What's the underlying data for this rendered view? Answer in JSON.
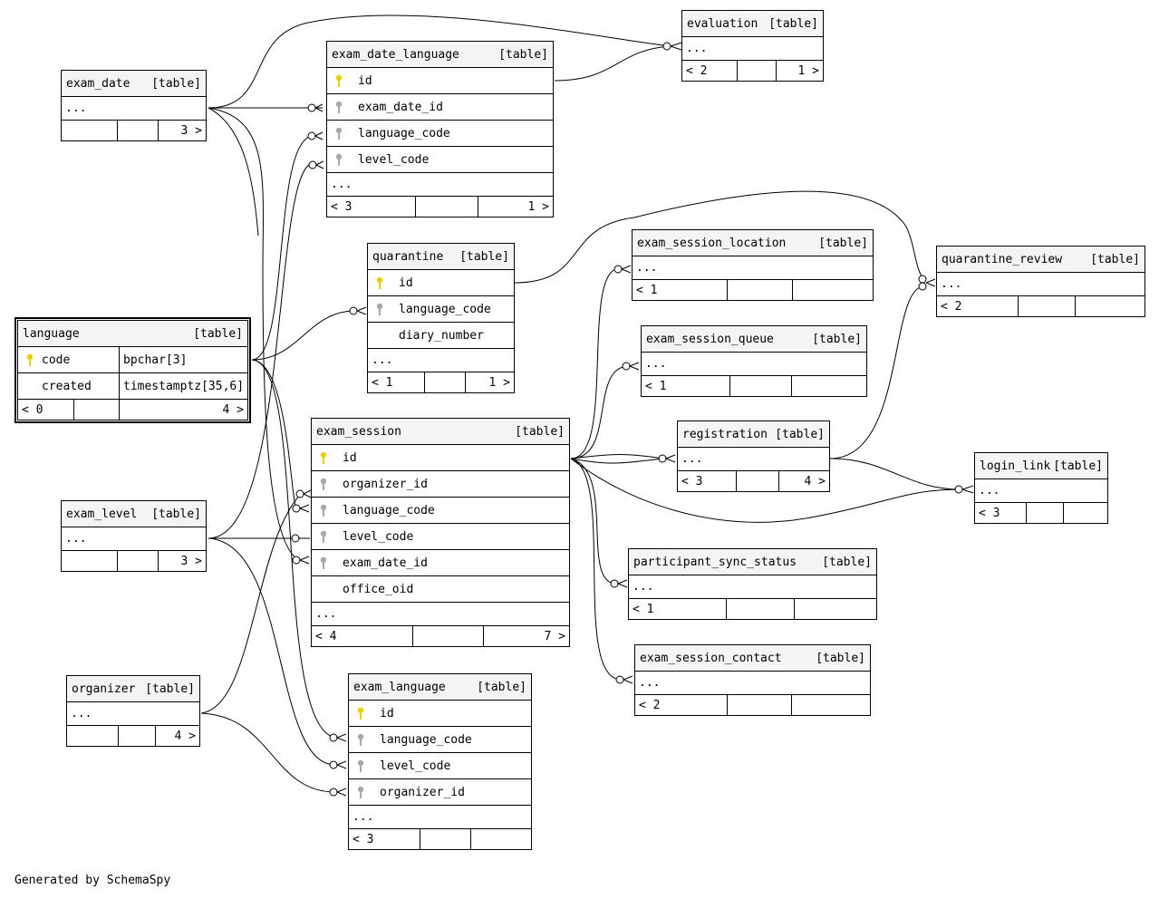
{
  "tables": {
    "exam_date": {
      "name": "exam_date",
      "kind": "[table]",
      "columns": [],
      "ellipsis": "...",
      "footer": {
        "left": "",
        "mid": "",
        "right": "3 >"
      }
    },
    "exam_date_language": {
      "name": "exam_date_language",
      "kind": "[table]",
      "columns": [
        {
          "name": "id",
          "key": "pk"
        },
        {
          "name": "exam_date_id",
          "key": "fk"
        },
        {
          "name": "language_code",
          "key": "fk"
        },
        {
          "name": "level_code",
          "key": "fk"
        }
      ],
      "ellipsis": "...",
      "footer": {
        "left": "< 3",
        "mid": "",
        "right": "1 >"
      }
    },
    "evaluation": {
      "name": "evaluation",
      "kind": "[table]",
      "columns": [],
      "ellipsis": "...",
      "footer": {
        "left": "< 2",
        "mid": "",
        "right": "1 >"
      }
    },
    "quarantine": {
      "name": "quarantine",
      "kind": "[table]",
      "columns": [
        {
          "name": "id",
          "key": "pk"
        },
        {
          "name": "language_code",
          "key": "fk"
        },
        {
          "name": "diary_number",
          "key": ""
        }
      ],
      "ellipsis": "...",
      "footer": {
        "left": "< 1",
        "mid": "",
        "right": "1 >"
      }
    },
    "exam_session_location": {
      "name": "exam_session_location",
      "kind": "[table]",
      "columns": [],
      "ellipsis": "...",
      "footer": {
        "left": "< 1",
        "mid": "",
        "right": ""
      }
    },
    "quarantine_review": {
      "name": "quarantine_review",
      "kind": "[table]",
      "columns": [],
      "ellipsis": "...",
      "footer": {
        "left": "< 2",
        "mid": "",
        "right": ""
      }
    },
    "exam_session_queue": {
      "name": "exam_session_queue",
      "kind": "[table]",
      "columns": [],
      "ellipsis": "...",
      "footer": {
        "left": "< 1",
        "mid": "",
        "right": ""
      }
    },
    "registration": {
      "name": "registration",
      "kind": "[table]",
      "columns": [],
      "ellipsis": "...",
      "footer": {
        "left": "< 3",
        "mid": "",
        "right": "4 >"
      }
    },
    "login_link": {
      "name": "login_link",
      "kind": "[table]",
      "columns": [],
      "ellipsis": "...",
      "footer": {
        "left": "< 3",
        "mid": "",
        "right": ""
      }
    },
    "exam_session": {
      "name": "exam_session",
      "kind": "[table]",
      "columns": [
        {
          "name": "id",
          "key": "pk"
        },
        {
          "name": "organizer_id",
          "key": "fk"
        },
        {
          "name": "language_code",
          "key": "fk"
        },
        {
          "name": "level_code",
          "key": "fk"
        },
        {
          "name": "exam_date_id",
          "key": "fk"
        },
        {
          "name": "office_oid",
          "key": ""
        }
      ],
      "ellipsis": "...",
      "footer": {
        "left": "< 4",
        "mid": "",
        "right": "7 >"
      }
    },
    "participant_sync_status": {
      "name": "participant_sync_status",
      "kind": "[table]",
      "columns": [],
      "ellipsis": "...",
      "footer": {
        "left": "< 1",
        "mid": "",
        "right": ""
      }
    },
    "exam_session_contact": {
      "name": "exam_session_contact",
      "kind": "[table]",
      "columns": [],
      "ellipsis": "...",
      "footer": {
        "left": "< 2",
        "mid": "",
        "right": ""
      }
    },
    "exam_level": {
      "name": "exam_level",
      "kind": "[table]",
      "columns": [],
      "ellipsis": "...",
      "footer": {
        "left": "",
        "mid": "",
        "right": "3 >"
      }
    },
    "organizer": {
      "name": "organizer",
      "kind": "[table]",
      "columns": [],
      "ellipsis": "...",
      "footer": {
        "left": "",
        "mid": "",
        "right": "4 >"
      }
    },
    "exam_language": {
      "name": "exam_language",
      "kind": "[table]",
      "columns": [
        {
          "name": "id",
          "key": "pk"
        },
        {
          "name": "language_code",
          "key": "fk"
        },
        {
          "name": "level_code",
          "key": "fk"
        },
        {
          "name": "organizer_id",
          "key": "fk"
        }
      ],
      "ellipsis": "...",
      "footer": {
        "left": "< 3",
        "mid": "",
        "right": ""
      }
    }
  },
  "language": {
    "name": "language",
    "kind": "[table]",
    "columns": [
      {
        "name": "code",
        "type": "bpchar[3]",
        "key": "pk"
      },
      {
        "name": "created",
        "type": "timestamptz[35,6]",
        "key": ""
      }
    ],
    "footer": {
      "left": "< 0",
      "mid": "",
      "right": "4 >"
    }
  },
  "colors": {
    "pk_key": "#e8d000",
    "fk_key": "#a8a8a8",
    "header_bg": "#f4f4f4"
  },
  "credit": "Generated by SchemaSpy"
}
